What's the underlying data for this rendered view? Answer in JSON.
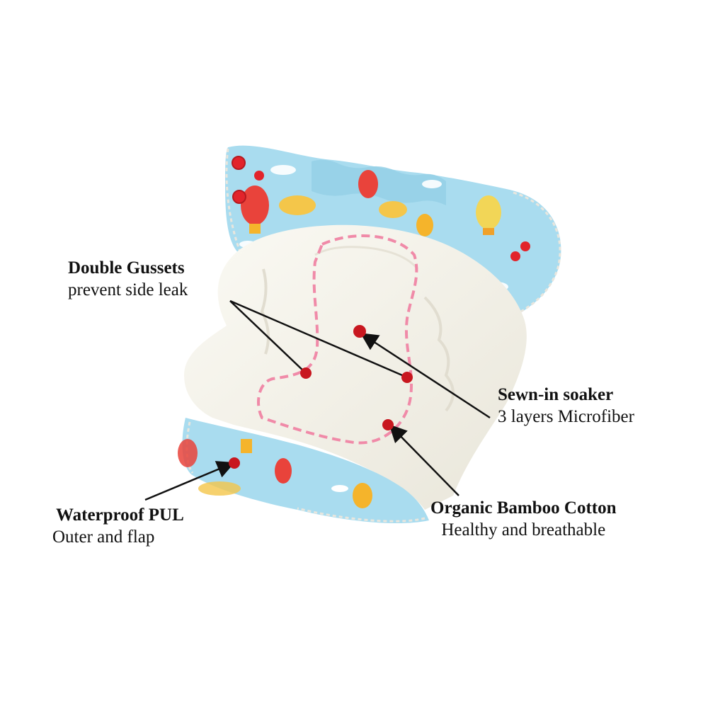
{
  "labels": {
    "gussets": {
      "title": "Double Gussets",
      "sub": "prevent side leak"
    },
    "soaker": {
      "title": "Sewn-in soaker",
      "sub": "3 layers Microfiber"
    },
    "pul": {
      "title": "Waterproof PUL",
      "sub": "Outer and flap"
    },
    "bamboo": {
      "title": "Organic Bamboo Cotton",
      "sub": "Healthy and breathable"
    }
  },
  "colors": {
    "print_blue": "#a9dcef",
    "fabric_white": "#f7f5ee",
    "marker_red": "#c8171f",
    "soaker_outline": "#f08aa8",
    "snap_red": "#e2242b",
    "annotation_line": "#111111"
  }
}
